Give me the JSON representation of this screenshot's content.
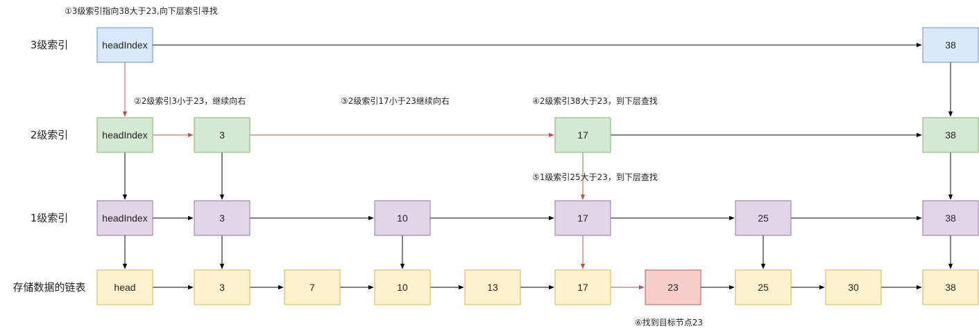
{
  "colors": {
    "blue_fill": "#dae8fc",
    "blue_stroke": "#6c8ebf",
    "green_fill": "#d5e8d4",
    "green_stroke": "#82b366",
    "purple_fill": "#e1d5e7",
    "purple_stroke": "#9673a6",
    "yellow_fill": "#fff2cc",
    "yellow_stroke": "#d6b656",
    "red_fill": "#f8cecc",
    "red_stroke": "#b85450",
    "arrow_black": "#000000",
    "arrow_path": "#b85450"
  },
  "rows": [
    {
      "label": "3级索引",
      "nodes": [
        "headIndex",
        "38"
      ],
      "color": "blue"
    },
    {
      "label": "2级索引",
      "nodes": [
        "headIndex",
        "3",
        "17",
        "38"
      ],
      "color": "green"
    },
    {
      "label": "1级索引",
      "nodes": [
        "headIndex",
        "3",
        "10",
        "17",
        "25",
        "38"
      ],
      "color": "purple"
    },
    {
      "label": "存储数据的链表",
      "nodes": [
        "head",
        "3",
        "7",
        "10",
        "13",
        "17",
        "23",
        "25",
        "30",
        "38"
      ],
      "color": "yellow",
      "target": "23"
    }
  ],
  "notes": {
    "step1": "①3级索引指向38大于23,向下层索引寻找",
    "step2": "②2级索引3小于23，继续向右",
    "step3": "③2级索引17小于23继续向右",
    "step4": "④2级索引38大于23，到下层查找",
    "step5": "⑤1级索引25大于23，到下层查找",
    "step6": "⑥找到目标节点23"
  }
}
